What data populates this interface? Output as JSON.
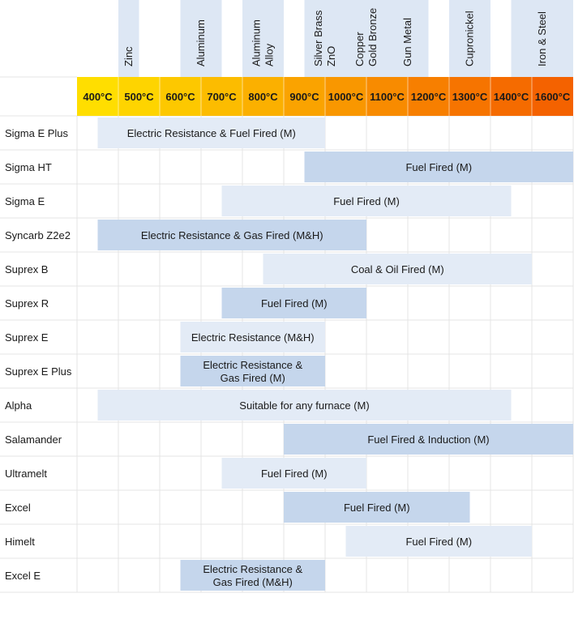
{
  "chart_data": {
    "type": "range-bar",
    "temperatures": [
      "400°C",
      "500°C",
      "600°C",
      "700°C",
      "800°C",
      "900°C",
      "1000°C",
      "1100°C",
      "1200°C",
      "1300°C",
      "1400°C",
      "1600°C"
    ],
    "header_colors": [
      "#ffde00",
      "#fed400",
      "#fdc800",
      "#fcbc00",
      "#fbb000",
      "#faa300",
      "#f99700",
      "#f88b00",
      "#f77f00",
      "#f67400",
      "#f56b00",
      "#f46200"
    ],
    "metals": [
      {
        "label": [
          "Zinc"
        ],
        "temp_start": 1,
        "temp_end": 1.5
      },
      {
        "label": [
          "Aluminum"
        ],
        "temp_start": 2.5,
        "temp_end": 3.5
      },
      {
        "label": [
          "Aluminum",
          "Alloy"
        ],
        "temp_start": 4,
        "temp_end": 5
      },
      {
        "label": [
          "Silver Brass",
          "ZnO"
        ],
        "temp_start": 5.5,
        "temp_end": 6.5
      },
      {
        "label": [
          "Copper",
          "Gold Bronze"
        ],
        "temp_start": 6.5,
        "temp_end": 7.5
      },
      {
        "label": [
          "Gun Metal"
        ],
        "temp_start": 7.5,
        "temp_end": 8.5
      },
      {
        "label": [
          "Cupronickel"
        ],
        "temp_start": 9,
        "temp_end": 10
      },
      {
        "label": [
          "Iron & Steel"
        ],
        "temp_start": 10.5,
        "temp_end": 12
      }
    ],
    "products": [
      {
        "name": "Sigma E Plus",
        "start": 0.5,
        "end": 6,
        "label": [
          "Electric Resistance & Fuel Fired (M)"
        ],
        "shade": "light"
      },
      {
        "name": "Sigma HT",
        "start": 5.5,
        "end": 12,
        "label": [
          "Fuel Fired (M)"
        ],
        "shade": "dark"
      },
      {
        "name": "Sigma E",
        "start": 3.5,
        "end": 10.5,
        "label": [
          "Fuel Fired (M)"
        ],
        "shade": "light"
      },
      {
        "name": "Syncarb Z2e2",
        "start": 0.5,
        "end": 7,
        "label": [
          "Electric Resistance & Gas Fired (M&H)"
        ],
        "shade": "dark"
      },
      {
        "name": "Suprex B",
        "start": 4.5,
        "end": 11,
        "label": [
          "Coal & Oil Fired (M)"
        ],
        "shade": "light"
      },
      {
        "name": "Suprex R",
        "start": 3.5,
        "end": 7,
        "label": [
          "Fuel Fired (M)"
        ],
        "shade": "dark"
      },
      {
        "name": "Suprex E",
        "start": 2.5,
        "end": 6,
        "label": [
          "Electric Resistance (M&H)"
        ],
        "shade": "light"
      },
      {
        "name": "Suprex E Plus",
        "start": 2.5,
        "end": 6,
        "label": [
          "Electric Resistance &",
          "Gas Fired (M)"
        ],
        "shade": "dark"
      },
      {
        "name": "Alpha",
        "start": 0.5,
        "end": 10.5,
        "label": [
          "Suitable for any furnace (M)"
        ],
        "shade": "light"
      },
      {
        "name": "Salamander",
        "start": 5,
        "end": 12,
        "label": [
          "Fuel Fired & Induction (M)"
        ],
        "shade": "dark"
      },
      {
        "name": "Ultramelt",
        "start": 3.5,
        "end": 7,
        "label": [
          "Fuel Fired (M)"
        ],
        "shade": "light"
      },
      {
        "name": "Excel",
        "start": 5,
        "end": 9.5,
        "label": [
          "Fuel Fired (M)"
        ],
        "shade": "dark"
      },
      {
        "name": "Himelt",
        "start": 6.5,
        "end": 11,
        "label": [
          "Fuel Fired (M)"
        ],
        "shade": "light"
      },
      {
        "name": "Excel E",
        "start": 2.5,
        "end": 6,
        "label": [
          "Electric Resistance &",
          "Gas Fired (M&H)"
        ],
        "shade": "dark"
      }
    ],
    "colors": {
      "bar_light": "#e3ebf6",
      "bar_dark": "#c5d6ec",
      "metal_band": "#dde7f4",
      "grid": "#e4e4e4"
    }
  }
}
